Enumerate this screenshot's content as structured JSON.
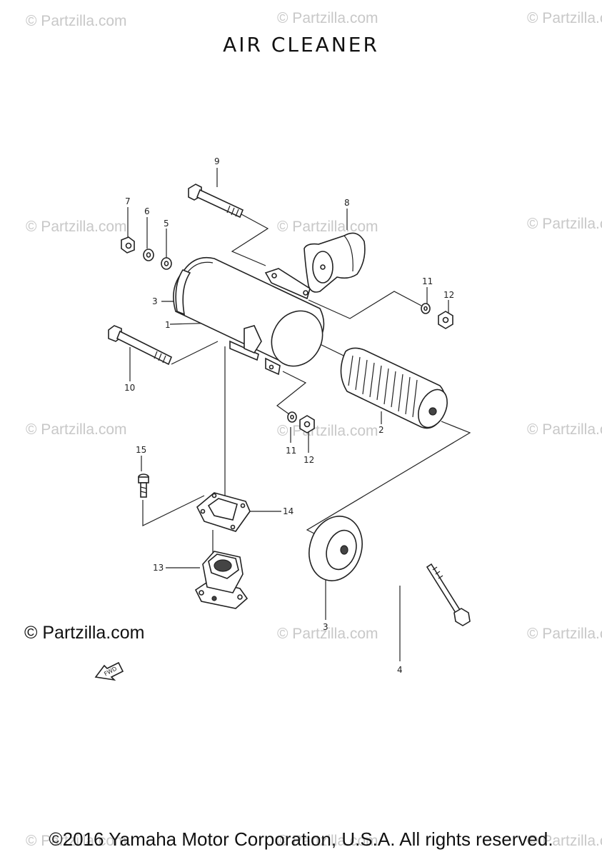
{
  "title": "AIR CLEANER",
  "watermark": "© Partzilla.com",
  "brand": "© Partzilla.com",
  "copyright": "©2016 Yamaha Motor Corporation, U.S.A. All rights reserved.",
  "fwd_label": "FWD",
  "callouts": {
    "c1": "1",
    "c2": "2",
    "c3a": "3",
    "c3b": "3",
    "c4": "4",
    "c5": "5",
    "c6": "6",
    "c7": "7",
    "c8": "8",
    "c9": "9",
    "c10": "10",
    "c11a": "11",
    "c11b": "11",
    "c12a": "12",
    "c12b": "12",
    "c13": "13",
    "c14": "14",
    "c15": "15"
  }
}
